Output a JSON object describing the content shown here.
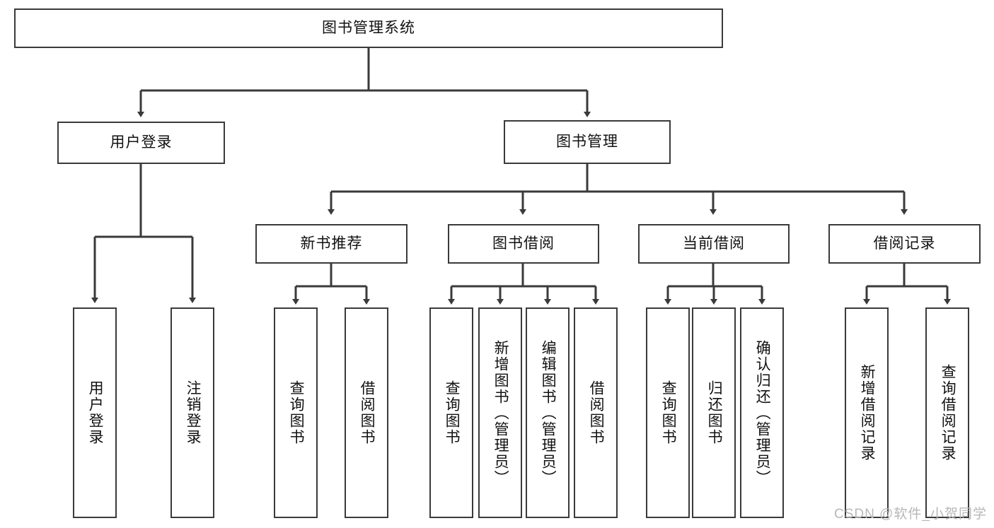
{
  "diagram": {
    "title": "图书管理系统",
    "type": "tree-hierarchy",
    "stroke_color": "#3a3a3a",
    "fill_color": "#ffffff",
    "text_color": "#111111",
    "nodes": {
      "root": {
        "label": "图书管理系统"
      },
      "level1": [
        {
          "id": "user-login",
          "label": "用户登录"
        },
        {
          "id": "book-management",
          "label": "图书管理"
        }
      ],
      "level2": [
        {
          "id": "new-book-recommend",
          "label": "新书推荐"
        },
        {
          "id": "book-borrow",
          "label": "图书借阅"
        },
        {
          "id": "current-borrow",
          "label": "当前借阅"
        },
        {
          "id": "borrow-record",
          "label": "借阅记录"
        }
      ],
      "leaves": {
        "user_login": [
          {
            "id": "leaf-user-login",
            "label": "用户登录"
          },
          {
            "id": "leaf-user-logout",
            "label": "注销登录"
          }
        ],
        "new_book_recommend": [
          {
            "id": "leaf-query-book-1",
            "label": "查询图书"
          },
          {
            "id": "leaf-borrow-book-1",
            "label": "借阅图书"
          }
        ],
        "book_borrow": [
          {
            "id": "leaf-query-book-2",
            "label": "查询图书"
          },
          {
            "id": "leaf-add-book",
            "label": "新增图书（管理员）"
          },
          {
            "id": "leaf-edit-book",
            "label": "编辑图书（管理员）"
          },
          {
            "id": "leaf-borrow-book-2",
            "label": "借阅图书"
          }
        ],
        "current_borrow": [
          {
            "id": "leaf-query-book-3",
            "label": "查询图书"
          },
          {
            "id": "leaf-return-book",
            "label": "归还图书"
          },
          {
            "id": "leaf-confirm-return",
            "label": "确认归还（管理员）"
          }
        ],
        "borrow_record": [
          {
            "id": "leaf-add-record",
            "label": "新增借阅记录"
          },
          {
            "id": "leaf-query-record",
            "label": "查询借阅记录"
          }
        ]
      }
    }
  },
  "watermark": {
    "text": "CSDN @软件_小贺同学"
  }
}
